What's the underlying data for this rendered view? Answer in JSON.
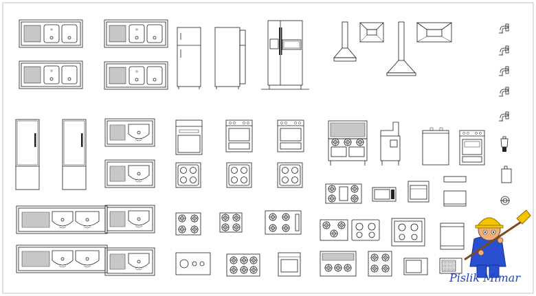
{
  "logo": {
    "text": "Pislik Mimar",
    "colors": {
      "blue": "#2a4fd0",
      "helmet": "#f4c400",
      "skin": "#f0b07a"
    }
  },
  "symbols": [
    "double-sink",
    "refrigerator",
    "side-by-side-refrigerator",
    "range-hood",
    "faucet",
    "tall-fridge",
    "sink-with-drainboard",
    "dishwasher",
    "oven-range",
    "cooktop",
    "commercial-range",
    "washer",
    "microwave",
    "blender",
    "kettle"
  ]
}
